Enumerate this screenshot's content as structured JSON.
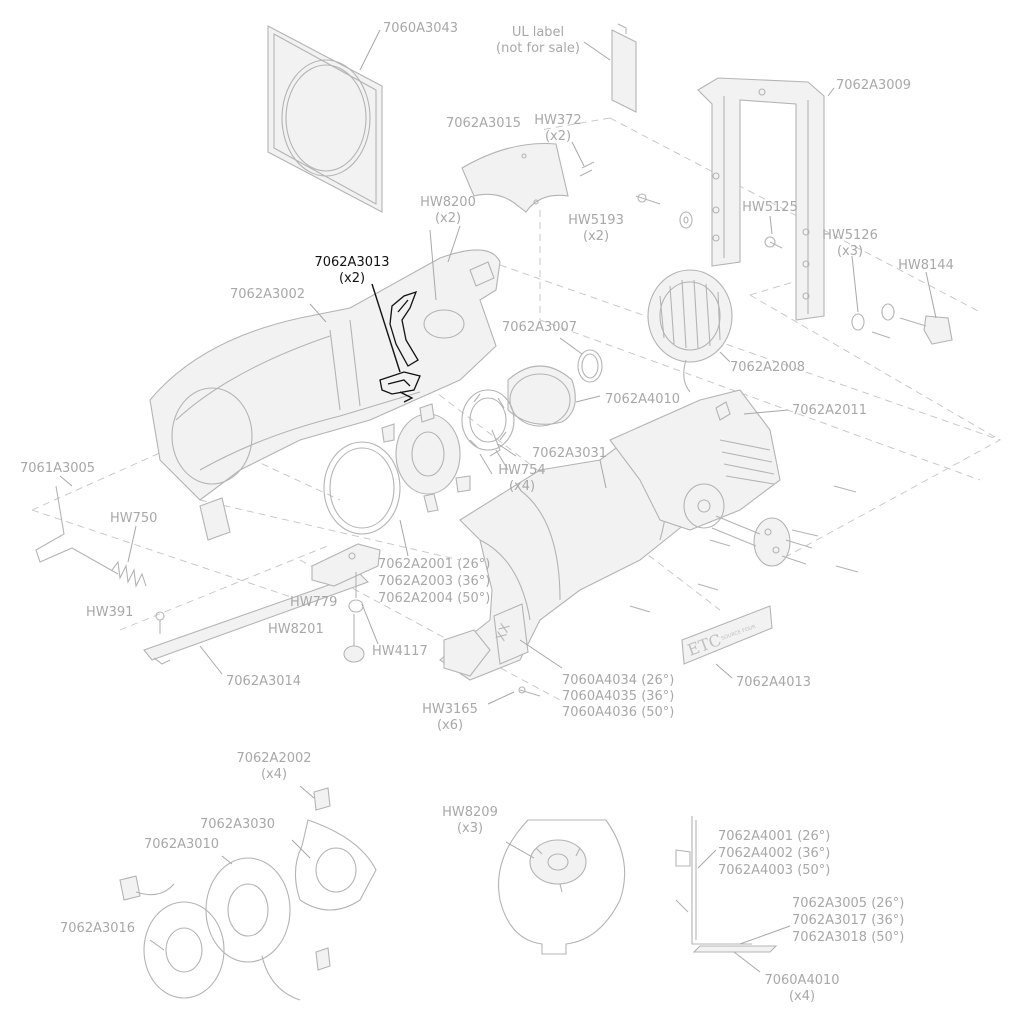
{
  "labels": {
    "p7060A3043": "7060A3043",
    "ul_label_1": "UL label",
    "ul_label_2": "(not for sale)",
    "p7062A3009": "7062A3009",
    "p7062A3015": "7062A3015",
    "hw372": "HW372",
    "hw372_qty": "(x2)",
    "hw8200": "HW8200",
    "hw8200_qty": "(x2)",
    "hw5193": "HW5193",
    "hw5193_qty": "(x2)",
    "hw5125": "HW5125",
    "hw5126": "HW5126",
    "hw5126_qty": "(x3)",
    "hw8144": "HW8144",
    "p7062A3013": "7062A3013",
    "p7062A3013_qty": "(x2)",
    "p7062A3002": "7062A3002",
    "p7062A3007": "7062A3007",
    "p7062A2008": "7062A2008",
    "p7062A4010": "7062A4010",
    "p7062A2011": "7062A2011",
    "p7062A3031": "7062A3031",
    "hw754": "HW754",
    "hw754_qty": "(x4)",
    "p7061A3005": "7061A3005",
    "hw750": "HW750",
    "p7062A2001": "7062A2001 (26°)",
    "p7062A2003": "7062A2003 (36°)",
    "p7062A2004": "7062A2004 (50°)",
    "hw391": "HW391",
    "hw779": "HW779",
    "hw8201": "HW8201",
    "hw4117": "HW4117",
    "p7062A3014": "7062A3014",
    "p7060A4034": "7060A4034 (26°)",
    "p7060A4035": "7060A4035 (36°)",
    "p7060A4036": "7060A4036 (50°)",
    "p7062A4013": "7062A4013",
    "hw3165": "HW3165",
    "hw3165_qty": "(x6)",
    "p7062A2002": "7062A2002",
    "p7062A2002_qty": "(x4)",
    "p7062A3030": "7062A3030",
    "p7062A3010": "7062A3010",
    "p7062A3016": "7062A3016",
    "hw8209": "HW8209",
    "hw8209_qty": "(x3)",
    "p7062A4001": "7062A4001 (26°)",
    "p7062A4002": "7062A4002 (36°)",
    "p7062A4003": "7062A4003 (50°)",
    "p7062A3005": "7062A3005 (26°)",
    "p7062A3017": "7062A3017 (36°)",
    "p7062A3018": "7062A3018 (50°)",
    "p7060A4010": "7060A4010",
    "p7060A4010_qty": "(x4)",
    "badge_etc": "ETC",
    "badge_sub": "SOURCE FOUR",
    "xx_mark": "XX"
  },
  "colors": {
    "line": "#b4b4b4",
    "label": "#a8a8a8",
    "highlight": "#111111",
    "background": "#ffffff"
  },
  "highlighted_part": "7062A3013"
}
